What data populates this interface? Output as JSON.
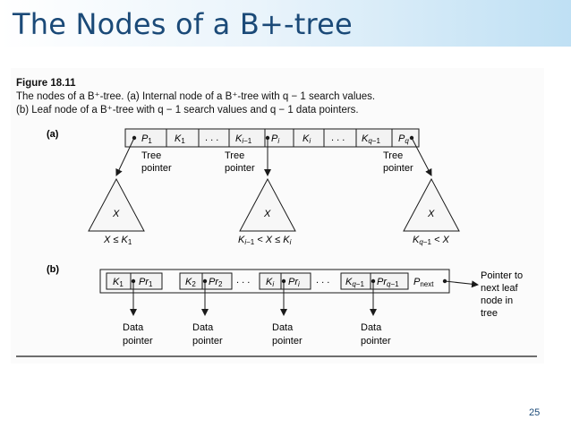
{
  "slide": {
    "title": "The Nodes of a B+-tree",
    "page_number": "25"
  },
  "figure": {
    "label": "Figure 18.11",
    "caption_line1": "The nodes of a B⁺-tree. (a) Internal node of a B⁺-tree with q − 1 search values.",
    "caption_line2": "(b) Leaf node of a B⁺-tree with q − 1 search values and q − 1 data pointers."
  },
  "part_a": {
    "label": "(a)",
    "tree_pointer_line1": "Tree",
    "tree_pointer_line2": "pointer",
    "subtree_label": "X",
    "left_condition": "X ≤ K1",
    "middle_condition": "Ki−1 < X ≤ Ki",
    "right_condition": "Kq−1 < X"
  },
  "part_b": {
    "label": "(b)",
    "data_pointer_line1": "Data",
    "data_pointer_line2": "pointer",
    "next_pointer_text": [
      "Pointer to",
      "next leaf",
      "node in",
      "tree"
    ],
    "next_label": "P",
    "next_sub": "next"
  },
  "colors": {
    "title": "#1b4a78",
    "line": "#1a1a1a",
    "node_fill": "#f3f3f3"
  }
}
